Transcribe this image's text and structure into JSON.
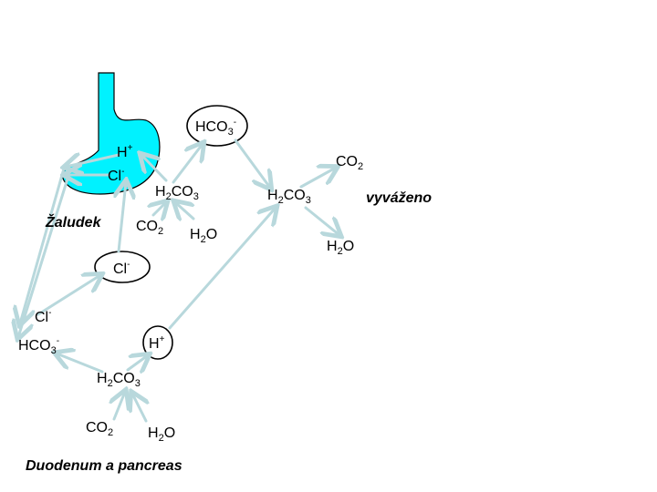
{
  "labels": {
    "hco3_stomach": {
      "base": "HCO",
      "sub": "3",
      "sup": "-"
    },
    "h_stomach": {
      "base": "H",
      "sup": "+"
    },
    "co2_right": {
      "base": "CO",
      "sub": "2"
    },
    "cl_stomach": {
      "base": "Cl",
      "sup": "-"
    },
    "h2co3_mid": {
      "pre": "H",
      "pre_sub": "2",
      "base": "CO",
      "sub": "3"
    },
    "h2co3_right": {
      "pre": "H",
      "pre_sub": "2",
      "base": "CO",
      "sub": "3"
    },
    "balanced": "vyváženo",
    "stomach_name": "Žaludek",
    "co2_mid": {
      "base": "CO",
      "sub": "2"
    },
    "h2o_mid": {
      "pre": "H",
      "pre_sub": "2",
      "base": "O"
    },
    "h2o_right": {
      "pre": "H",
      "pre_sub": "2",
      "base": "O"
    },
    "cl_mid": {
      "base": "Cl",
      "sup": "-"
    },
    "cl_left": {
      "base": "Cl",
      "sup": "-"
    },
    "hco3_left": {
      "base": "HCO",
      "sub": "3",
      "sup": "-"
    },
    "h_duodenum": {
      "base": "H",
      "sup": "+"
    },
    "h2co3_bottom": {
      "pre": "H",
      "pre_sub": "2",
      "base": "CO",
      "sub": "3"
    },
    "co2_bottom": {
      "base": "CO",
      "sub": "2"
    },
    "h2o_bottom": {
      "pre": "H",
      "pre_sub": "2",
      "base": "O"
    },
    "duodenum_name": "Duodenum a pancreas"
  },
  "colors": {
    "stomach_fill": "#00f2ff",
    "arrow": "#b8d8dc",
    "outline": "#000000"
  }
}
